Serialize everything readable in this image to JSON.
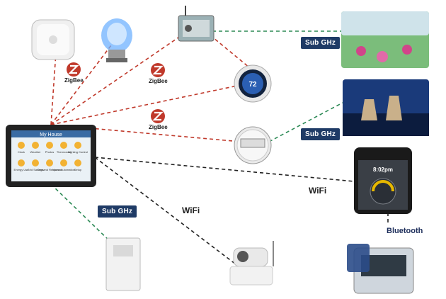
{
  "hub": {
    "title": "My House",
    "apps": [
      "Clock",
      "Weather",
      "Photos",
      "Thermostat",
      "Lighting Control",
      "Energy Use",
      "Grid Savings",
      "Demand Response",
      "Home Automation",
      "Setup"
    ]
  },
  "protocols": {
    "zigbee_1": "ZigBee",
    "zigbee_2": "ZigBee",
    "zigbee_3": "ZigBee",
    "subghz_top": "Sub GHz",
    "subghz_mid": "Sub GHz",
    "subghz_left": "Sub GHz",
    "wifi_right": "WiFi",
    "wifi_mid": "WiFi",
    "bluetooth": "Bluetooth"
  },
  "thermostat": {
    "temperature": "72"
  },
  "phone": {
    "time": "8:02pm"
  },
  "colors": {
    "zigbee_link": "#c0392b",
    "subghz_link": "#2e8b57",
    "wifi_link": "#222222",
    "tag_bg": "#1f3b66"
  }
}
